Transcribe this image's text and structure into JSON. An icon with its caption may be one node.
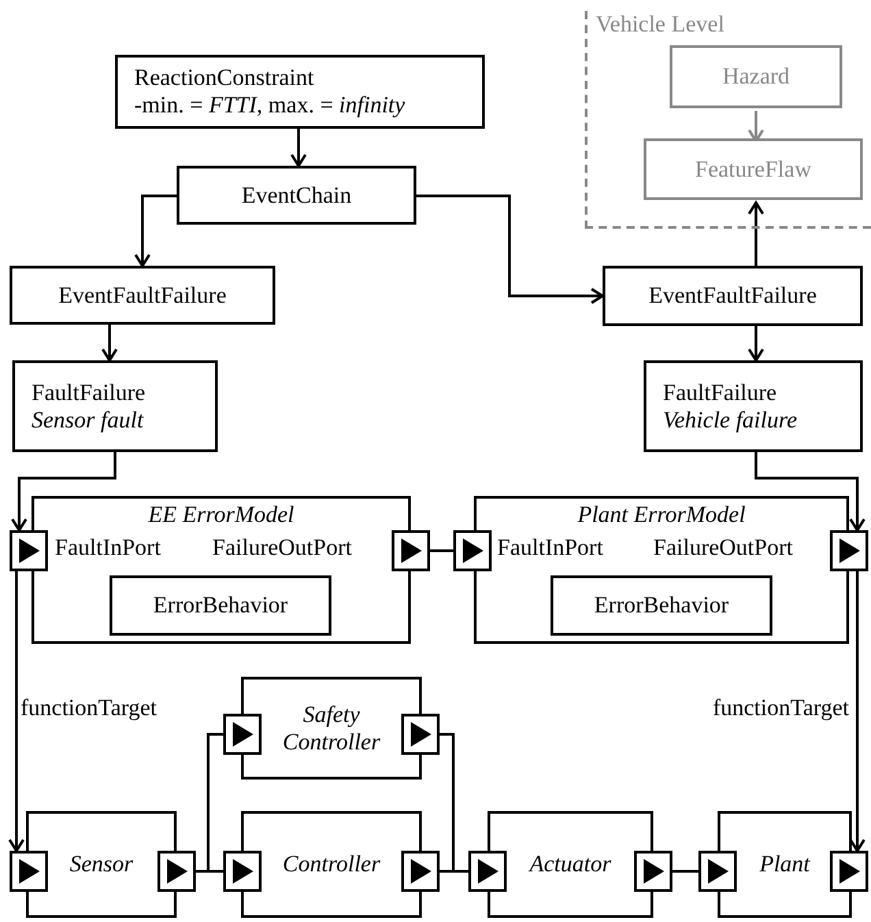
{
  "diagram": {
    "nodes": [
      {
        "text": [
          "Vehicle Level"
        ]
      },
      {
        "text": [
          "Hazard"
        ],
        "in": 0
      },
      {
        "text": [
          "FeatureFlaw"
        ],
        "in": 0
      },
      {
        "text": [
          "ReactionConstraint -min. = *FTTI*, max. = *infinity*"
        ]
      },
      {
        "text": [
          "EventChain"
        ]
      },
      {
        "text": [
          "EventFaultFailure"
        ]
      },
      {
        "text": [
          "FaultFailure",
          "Sensor fault"
        ]
      },
      {
        "text": [
          "EventFaultFailure"
        ]
      },
      {
        "text": [
          "FaultFailure",
          "Vehicle failure"
        ]
      },
      {
        "text": [
          "EE ErrorModel"
        ]
      },
      {
        "text": [],
        "shape": "box",
        "beside": [
          "FaultInPort"
        ]
      },
      {
        "text": [],
        "shape": "box"
      },
      {
        "text": [
          "ErrorBehavior"
        ],
        "in": 9
      },
      {
        "text": [
          "Plant ErrorModel"
        ]
      },
      {
        "text": [],
        "shape": "box",
        "beside": [
          "FaultInPort"
        ]
      },
      {
        "text": [],
        "shape": "box"
      },
      {
        "text": [
          "ErrorBehavior"
        ],
        "in": 13
      },
      {
        "text": [
          "Safety Controller"
        ]
      },
      {
        "text": [],
        "shape": "box"
      },
      {
        "text": [],
        "shape": "box"
      },
      {
        "text": [
          "Sensor"
        ]
      },
      {
        "text": [],
        "shape": "box"
      },
      {
        "text": [],
        "shape": "box"
      },
      {
        "text": [
          "Controller"
        ]
      },
      {
        "text": [],
        "shape": "box"
      },
      {
        "text": [],
        "shape": "box"
      },
      {
        "text": [
          "Actuator"
        ]
      },
      {
        "text": [],
        "shape": "box"
      },
      {
        "text": [],
        "shape": "box"
      },
      {
        "text": [
          "Plant"
        ]
      },
      {
        "text": [],
        "shape": "box"
      },
      {
        "text": [],
        "shape": "box"
      }
    ],
    "labels": [
      "FailureOutPort",
      "FailureOutPort"
    ],
    "edges": [
      {
        "from": 1,
        "to": 2,
        "arrow": "to",
        "color": "#888888"
      },
      {
        "from": 3,
        "to": 4,
        "arrow": "to"
      },
      {
        "from": 4,
        "to": 5,
        "arrow": "to"
      },
      {
        "from": 4,
        "to": 7,
        "arrow": "to"
      },
      {
        "from": 7,
        "to": 2,
        "arrow": "to"
      },
      {
        "from": 5,
        "to": 6,
        "arrow": "to"
      },
      {
        "from": 7,
        "to": 8,
        "arrow": "to"
      },
      {
        "from": 6,
        "to": 10,
        "arrow": "to"
      },
      {
        "from": 8,
        "to": 15,
        "arrow": "to"
      },
      {
        "from": 11,
        "to": 14,
        "arrow": "none"
      },
      {
        "from": 10,
        "to": 21,
        "arrow": "to",
        "label": "functionTarget"
      },
      {
        "from": 15,
        "to": 31,
        "arrow": "to",
        "label": "functionTarget"
      },
      {
        "from": 22,
        "to": 18,
        "arrow": "none"
      },
      {
        "from": 22,
        "to": 24,
        "arrow": "none"
      },
      {
        "from": 19,
        "to": 27,
        "arrow": "none"
      },
      {
        "from": 25,
        "to": 27,
        "arrow": "none"
      },
      {
        "from": 28,
        "to": 30,
        "arrow": "none"
      }
    ]
  }
}
